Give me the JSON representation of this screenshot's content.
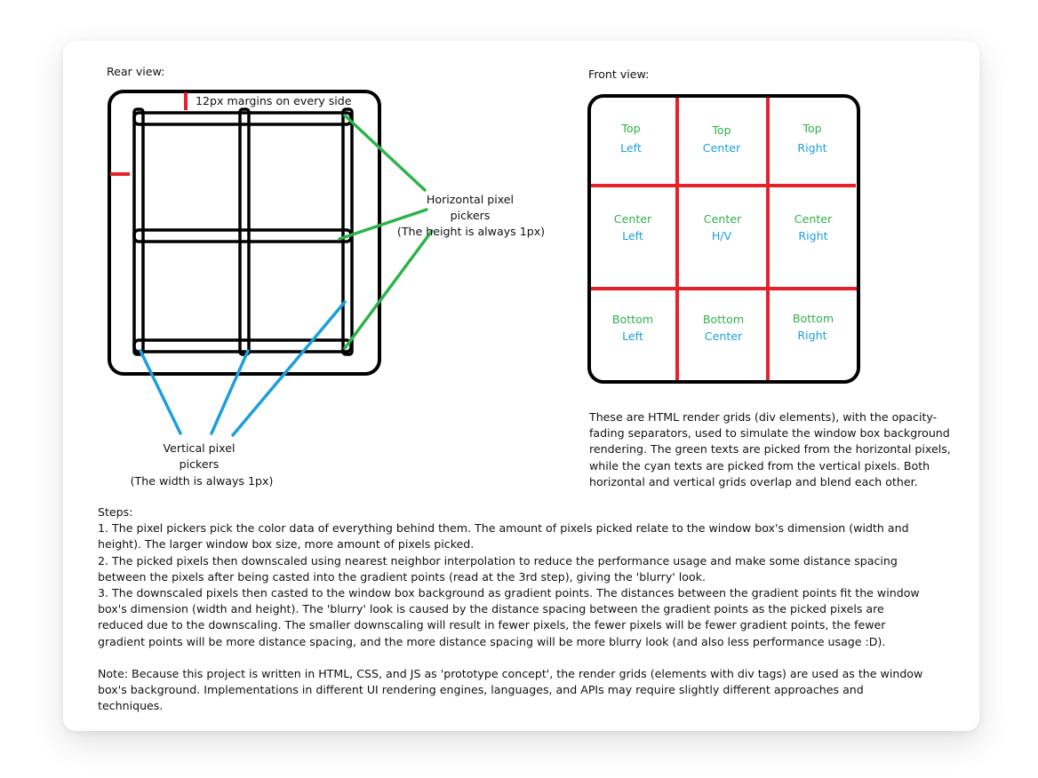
{
  "rear_view": {
    "title": "Rear view:",
    "margin_label": "12px margins on every side",
    "horizontal_label": [
      "Horizontal pixel",
      "pickers",
      "(The height is always 1px)"
    ],
    "vertical_label": [
      "Vertical pixel",
      "pickers",
      "(The width is always 1px)"
    ]
  },
  "front_view": {
    "title": "Front view:",
    "cells": [
      {
        "h": "Top",
        "v": "Left"
      },
      {
        "h": "Top",
        "v": "Center"
      },
      {
        "h": "Top",
        "v": "Right"
      },
      {
        "h": "Center",
        "v": "Left"
      },
      {
        "h": "Center",
        "v": "H/V"
      },
      {
        "h": "Center",
        "v": "Right"
      },
      {
        "h": "Bottom",
        "v": "Left"
      },
      {
        "h": "Bottom",
        "v": "Center"
      },
      {
        "h": "Bottom",
        "v": "Right"
      }
    ],
    "description": "These are HTML render grids (div elements), with the opacity-fading separators, used to simulate the window box background rendering. The green texts are picked from the horizontal pixels, while the cyan texts are picked from the vertical pixels. Both horizontal and vertical grids overlap and blend each other."
  },
  "steps": {
    "heading": "Steps:",
    "items": [
      "1. The pixel pickers pick the color data of everything behind them. The amount of pixels picked relate to the window box's dimension (width and height). The larger window box size, more amount of pixels picked.",
      "2. The picked pixels then downscaled using nearest neighbor interpolation to reduce the performance usage and make some distance spacing between the pixels after being casted into the gradient points (read at the 3rd step), giving the 'blurry' look.",
      "3. The downscaled pixels then casted to the window box background as gradient points. The distances between the gradient points fit the window box's dimension (width and height). The 'blurry' look is caused by the distance spacing between the gradient points as the picked pixels are reduced due to the downscaling. The smaller downscaling will result in fewer pixels, the fewer pixels will be fewer gradient points, the fewer gradient points will be more distance spacing, and the more distance spacing will be more blurry look (and also less performance usage :D)."
    ],
    "note": "Note: Because this project is written in HTML, CSS, and JS as 'prototype concept', the render grids (elements with div tags) are used as the window box's background. Implementations in different UI rendering engines, languages, and APIs may require slightly different approaches and techniques."
  },
  "colors": {
    "outline": "#000000",
    "separator": "#e8202a",
    "horizontal_text": "#2db34a",
    "vertical_text": "#1ba0dd",
    "horizontal_pointer": "#2db34a",
    "vertical_pointer": "#1ba0dd"
  }
}
